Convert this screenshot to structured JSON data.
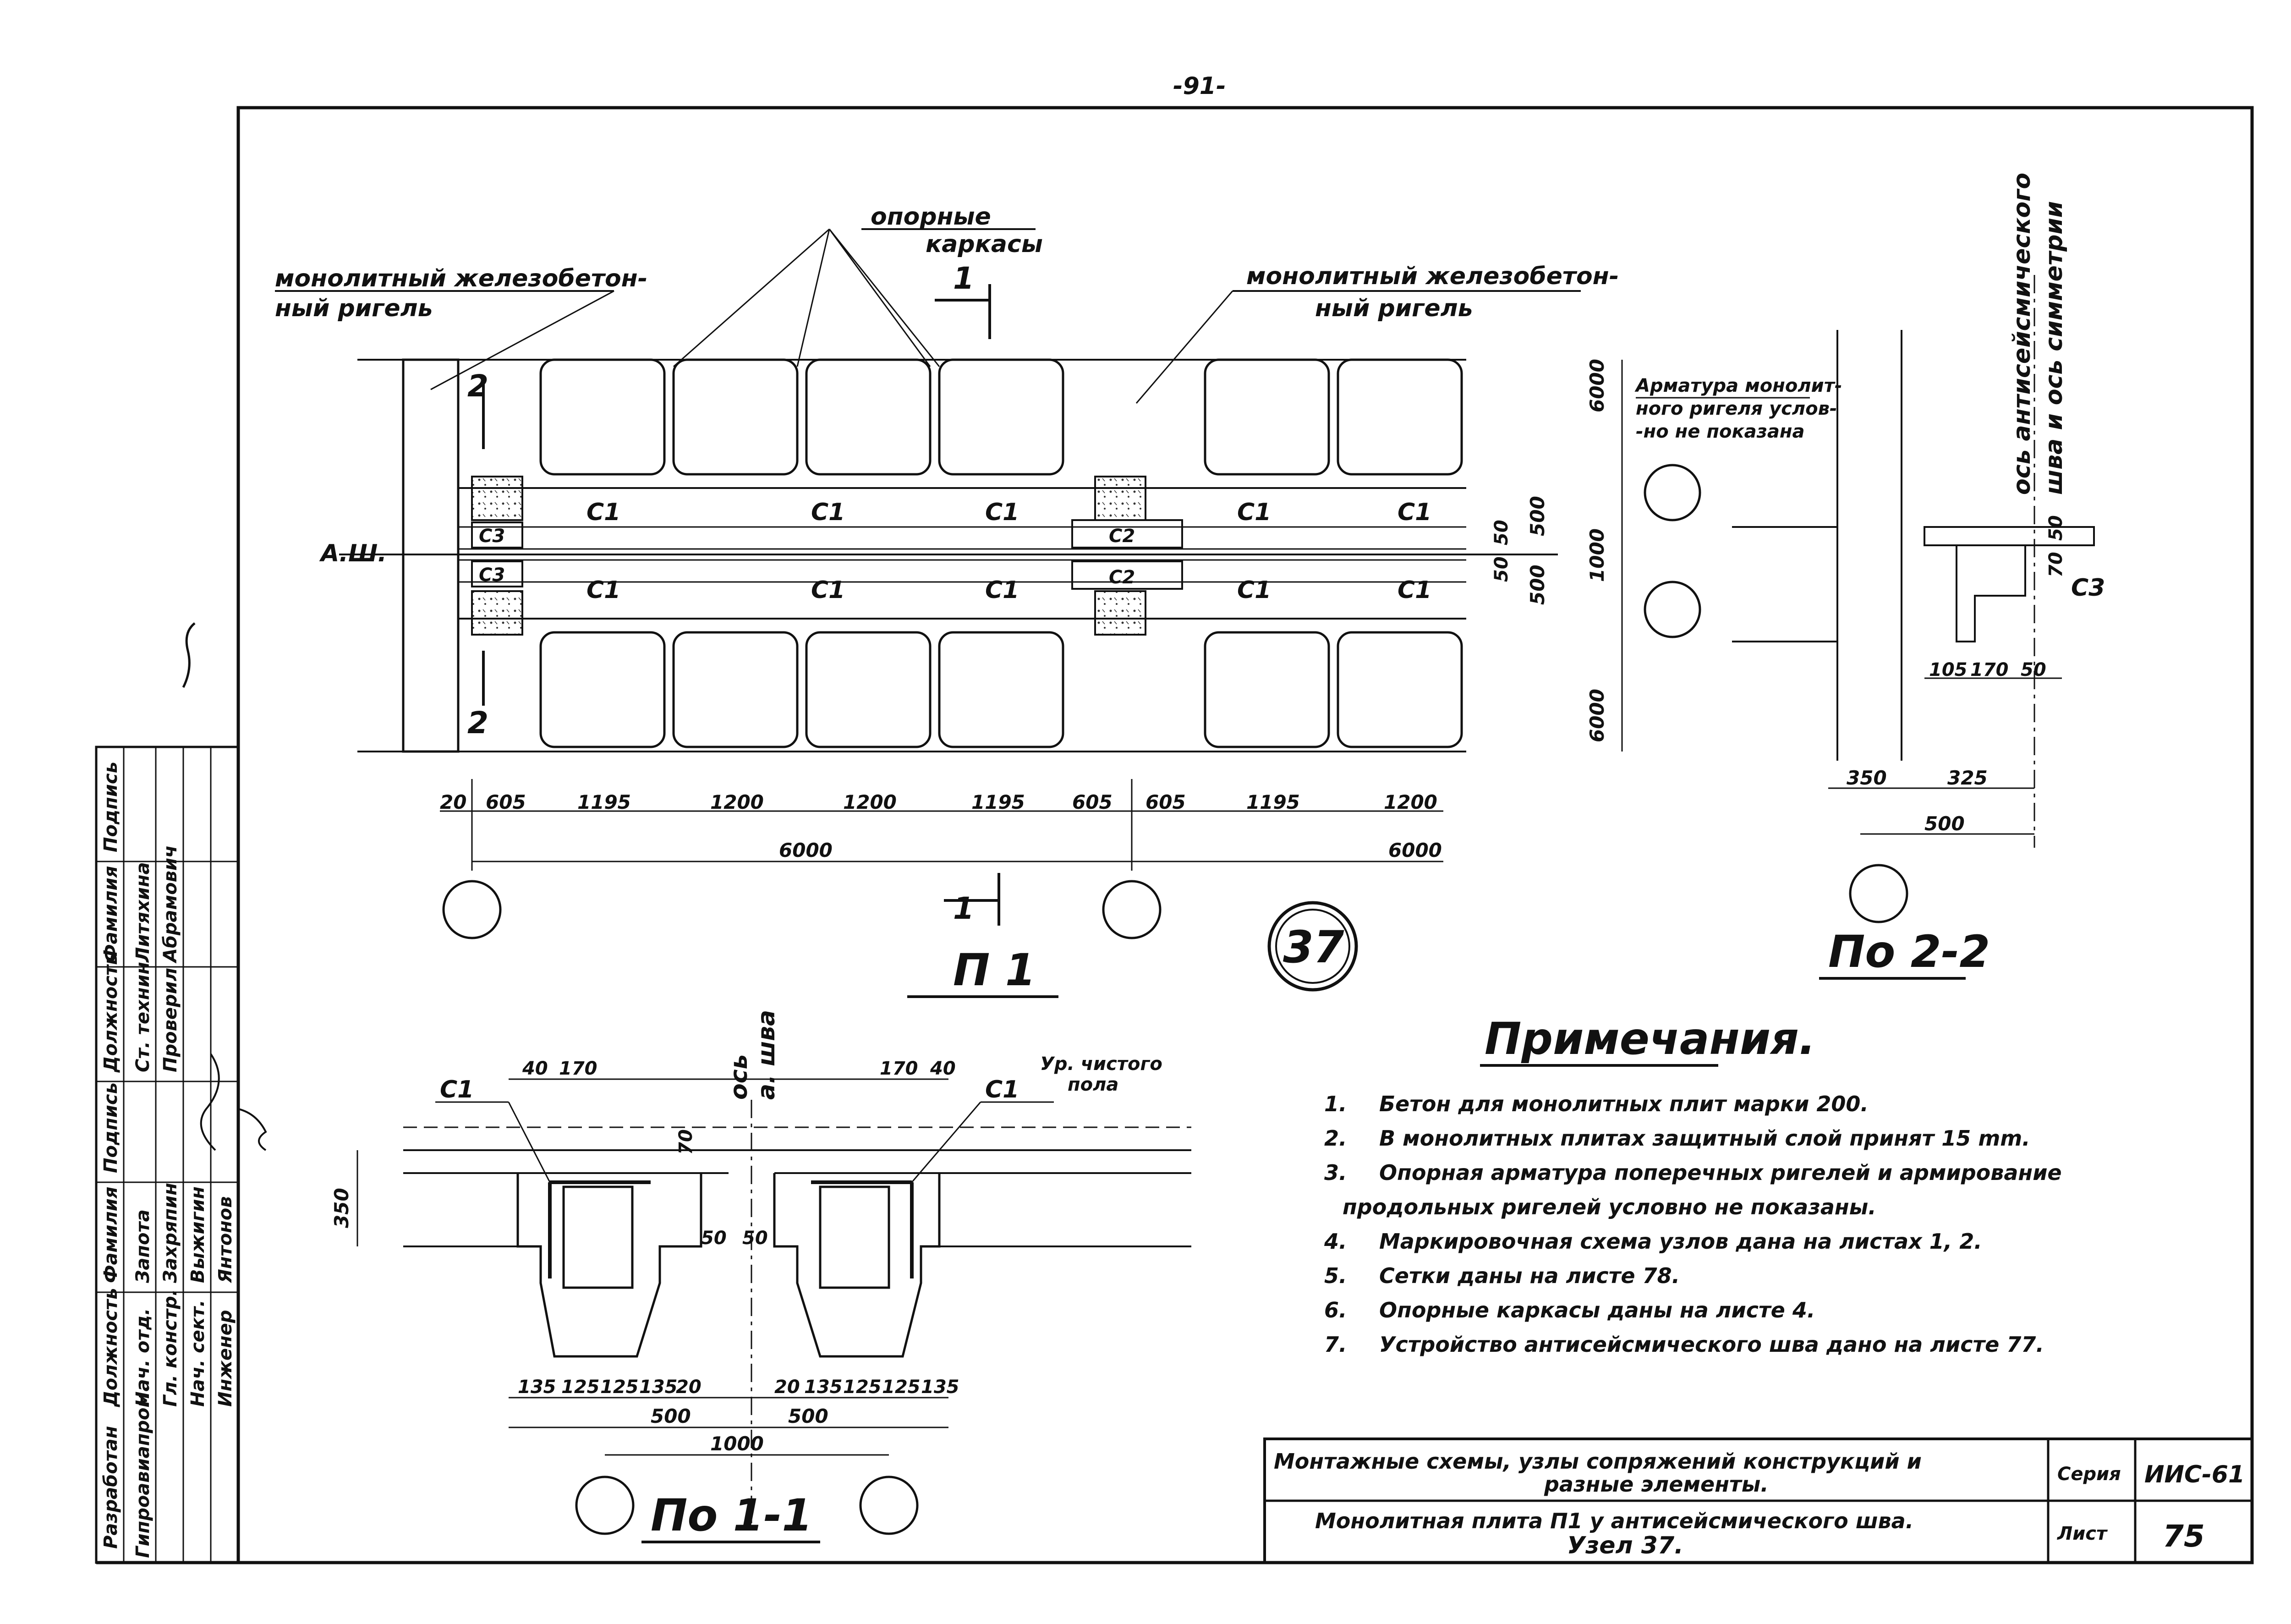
{
  "page_number": "-91-",
  "plan": {
    "label_ригель_left": [
      "монолитный железобетон-",
      "ный ригель"
    ],
    "label_ригель_right": [
      "монолитный железобетон-",
      "ный ригель"
    ],
    "label_каркасы": [
      "опорные",
      "каркасы"
    ],
    "label_armatura": [
      "Арматура монолит-",
      "ного ригеля услов-",
      "-но не показана"
    ],
    "axis_label": "А.Ш.",
    "section_marks": [
      "1",
      "1",
      "2",
      "2"
    ],
    "slab_marks": [
      "С1",
      "С1",
      "С1",
      "С1",
      "С1",
      "С1",
      "С1",
      "С1",
      "С1",
      "С1",
      "С2",
      "С2",
      "С3",
      "С3"
    ],
    "vertical_dims": [
      "6000",
      "1000",
      "6000",
      "500",
      "500",
      "50",
      "50"
    ],
    "horizontal_dims": [
      "20",
      "605",
      "1195",
      "1200",
      "1200",
      "1195",
      "605",
      "605",
      "1195",
      "1200"
    ],
    "total_dims": [
      "6000",
      "6000"
    ],
    "title": "П 1",
    "node_number": "37"
  },
  "section22": {
    "axis_label": [
      "ось антисейсмического",
      "шва и ось симметрии"
    ],
    "dims": [
      "70",
      "50",
      "105",
      "170",
      "50",
      "350",
      "325",
      "500"
    ],
    "mark": "С3",
    "title": "По 2-2"
  },
  "section11": {
    "marks": [
      "С1",
      "С1"
    ],
    "floor_label": [
      "Ур. чистого",
      "пола"
    ],
    "axis_label": [
      "ось",
      "а. шва"
    ],
    "dims_top_left": [
      "40",
      "170"
    ],
    "dims_top_right": [
      "170",
      "40"
    ],
    "dim_70": "70",
    "dim_350": "350",
    "dims_50": [
      "50",
      "50"
    ],
    "dims_bottom_left": [
      "135",
      "125",
      "125",
      "135",
      "20"
    ],
    "dims_bottom_right": [
      "20",
      "135",
      "125",
      "125",
      "135"
    ],
    "dims_500": [
      "500",
      "500"
    ],
    "dim_1000": "1000",
    "title": "По 1-1"
  },
  "notes": {
    "heading": "Примечания.",
    "items": [
      {
        "n": "1.",
        "text": "Бетон для монолитных плит марки 200."
      },
      {
        "n": "2.",
        "text": "В монолитных плитах защитный слой принят 15 mm."
      },
      {
        "n": "3.",
        "text": "Опорная арматура поперечных ригелей и армирование"
      },
      {
        "n": "",
        "text": "продольных ригелей условно не показаны."
      },
      {
        "n": "4.",
        "text": "Маркировочная схема узлов дана на листах 1, 2."
      },
      {
        "n": "5.",
        "text": "Сетки даны на листе 78."
      },
      {
        "n": "6.",
        "text": "Опорные каркасы даны на листе 4."
      },
      {
        "n": "7.",
        "text": "Устройство антисейсмического шва дано на листе 77."
      }
    ]
  },
  "title_block": {
    "line1": "Монтажные схемы, узлы сопряжений конструкций и",
    "line2": "разные элементы.",
    "line3": "Монолитная плита П1 у антисейсмического шва.",
    "line4": "Узел 37.",
    "series_label": "Серия",
    "series_value": "ИИС-61",
    "sheet_label": "Лист",
    "sheet_value": "75"
  },
  "stamp": {
    "org_left": "Разработан",
    "org_right": "Гипроавиапром",
    "headers": [
      "Должность",
      "Фамилия",
      "Подпись",
      "Должность",
      "Фамилия",
      "Подпись"
    ],
    "rows_lower": [
      [
        "Нач. отд.",
        "Запота"
      ],
      [
        "Гл. констр.",
        "Захряпин"
      ],
      [
        "Нач. сект.",
        "Выжигин"
      ],
      [
        "Инженер",
        "Янтонов"
      ]
    ],
    "rows_upper": [
      [
        "Ст. технин",
        "Литяхина"
      ],
      [
        "Проверил",
        "Абрамович"
      ]
    ]
  }
}
